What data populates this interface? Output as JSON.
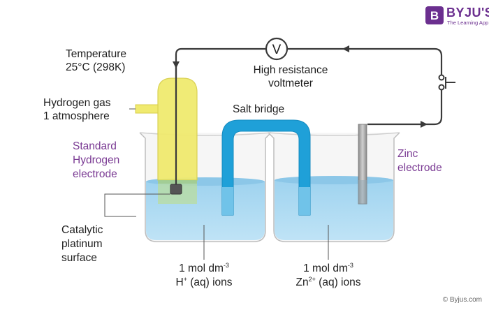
{
  "brand": {
    "name": "BYJU'S",
    "tagline": "The Learning App",
    "logo_letter": "B"
  },
  "labels": {
    "temperature_line1": "Temperature",
    "temperature_line2": "25°C (298K)",
    "hydrogen_gas_line1": "Hydrogen gas",
    "hydrogen_gas_line2": "1 atmosphere",
    "she_line1": "Standard",
    "she_line2": "Hydrogen",
    "she_line3": "electrode",
    "platinum_line1": "Catalytic",
    "platinum_line2": "platinum",
    "platinum_line3": "surface",
    "voltmeter_symbol": "V",
    "voltmeter_line1": "High resistance",
    "voltmeter_line2": "voltmeter",
    "salt_bridge": "Salt bridge",
    "zinc_line1": "Zinc",
    "zinc_line2": "electrode",
    "left_conc": "1 mol dm",
    "left_conc_exp": "-3",
    "left_ion": "H",
    "left_ion_charge": "+",
    "left_ion_suffix": " (aq) ions",
    "right_conc": "1 mol dm",
    "right_conc_exp": "-3",
    "right_ion": "Zn",
    "right_ion_charge": "2+",
    "right_ion_suffix": " (aq) ions"
  },
  "copyright": "© Byjus.com",
  "colors": {
    "solution": "#a9d8f1",
    "solution_dark": "#8cc7e8",
    "salt_bridge": "#1fa0d8",
    "hydrogen_tube": "#f0ea6f",
    "wire": "#3a3a3a",
    "beaker": "#e7e7e7",
    "accent_purple": "#7a3a93"
  }
}
